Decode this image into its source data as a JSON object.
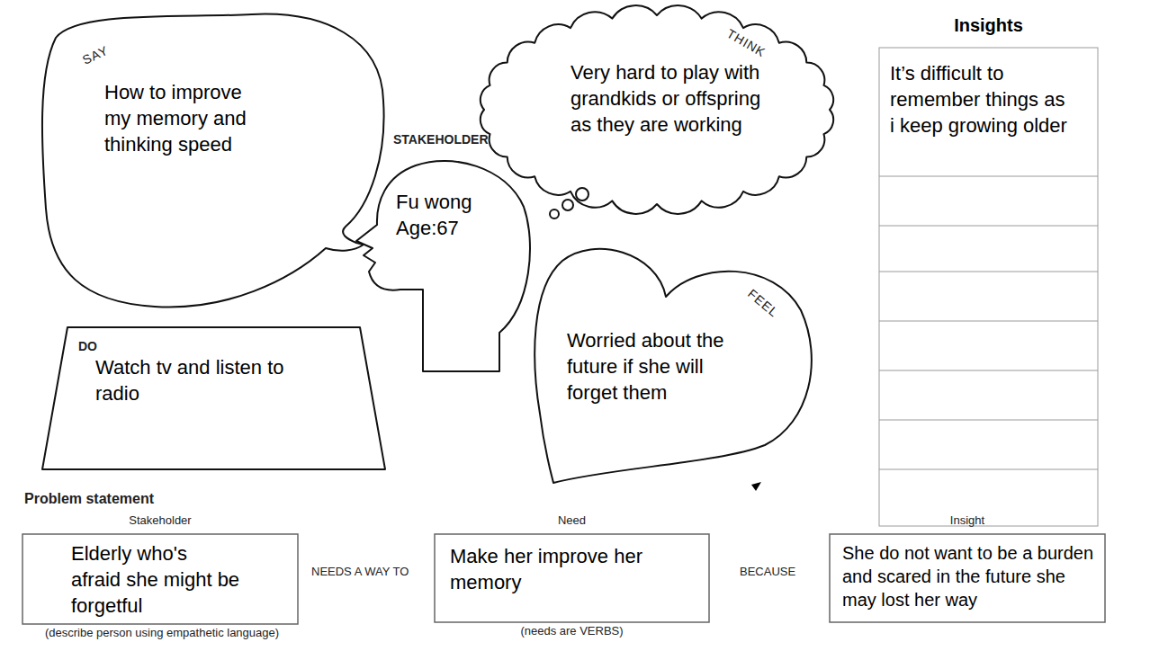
{
  "diagram": {
    "nodes": [
      {
        "text": [
          "SAY",
          "How to improve my memory and thinking speed"
        ]
      },
      {
        "text": [
          "STAKEHOLDER",
          "Fu wong Age:67"
        ]
      },
      {
        "text": [
          "THINK",
          "Very hard to play with grandkids or offspring as they are working"
        ]
      },
      {
        "text": [
          "Insights",
          "It’s difficult to remember things as i keep growing older"
        ]
      },
      {
        "text": [
          "DO",
          "Watch tv and listen to radio"
        ]
      },
      {
        "text": [
          "FEEL",
          "Worried about the future if she will forget them"
        ]
      },
      {
        "text": [
          "Stakeholder",
          "Elderly who's afraid she might be forgetful",
          "(describe person using empathetic language)"
        ]
      },
      {
        "text": [
          "Need",
          "Make her improve her memory",
          "(needs are VERBS)"
        ]
      },
      {
        "text": [
          "Insight",
          "She do not want to be a burden and scared in the future she may lost her way"
        ]
      }
    ],
    "labels": [
      "Problem statement",
      "NEEDS A WAY TO",
      "BECAUSE"
    ]
  }
}
